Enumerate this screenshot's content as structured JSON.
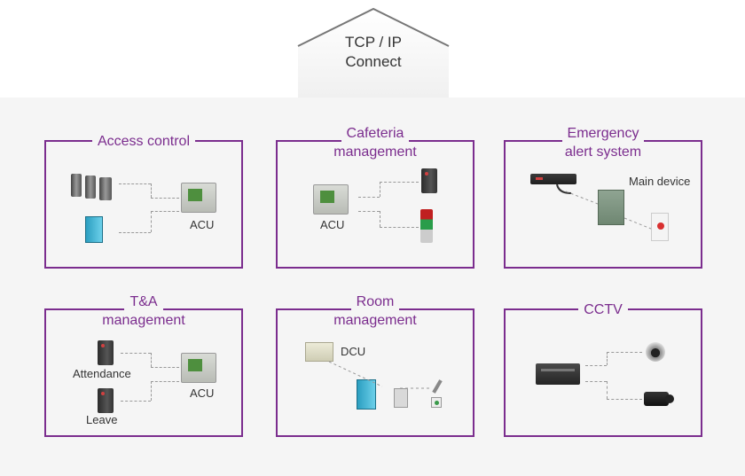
{
  "network": {
    "line1": "TCP / IP",
    "line2": "Connect"
  },
  "groups": [
    {
      "title_lines": [
        "Access control"
      ],
      "labels": {
        "acu": "ACU"
      }
    },
    {
      "title_lines": [
        "Cafeteria",
        "management"
      ],
      "labels": {
        "acu": "ACU"
      }
    },
    {
      "title_lines": [
        "Emergency",
        "alert system"
      ],
      "labels": {
        "main": "Main device"
      }
    },
    {
      "title_lines": [
        "T&A",
        "management"
      ],
      "labels": {
        "attendance": "Attendance",
        "leave": "Leave",
        "acu": "ACU"
      }
    },
    {
      "title_lines": [
        "Room",
        "management"
      ],
      "labels": {
        "dcu": "DCU"
      }
    },
    {
      "title_lines": [
        "CCTV"
      ],
      "labels": {}
    }
  ]
}
